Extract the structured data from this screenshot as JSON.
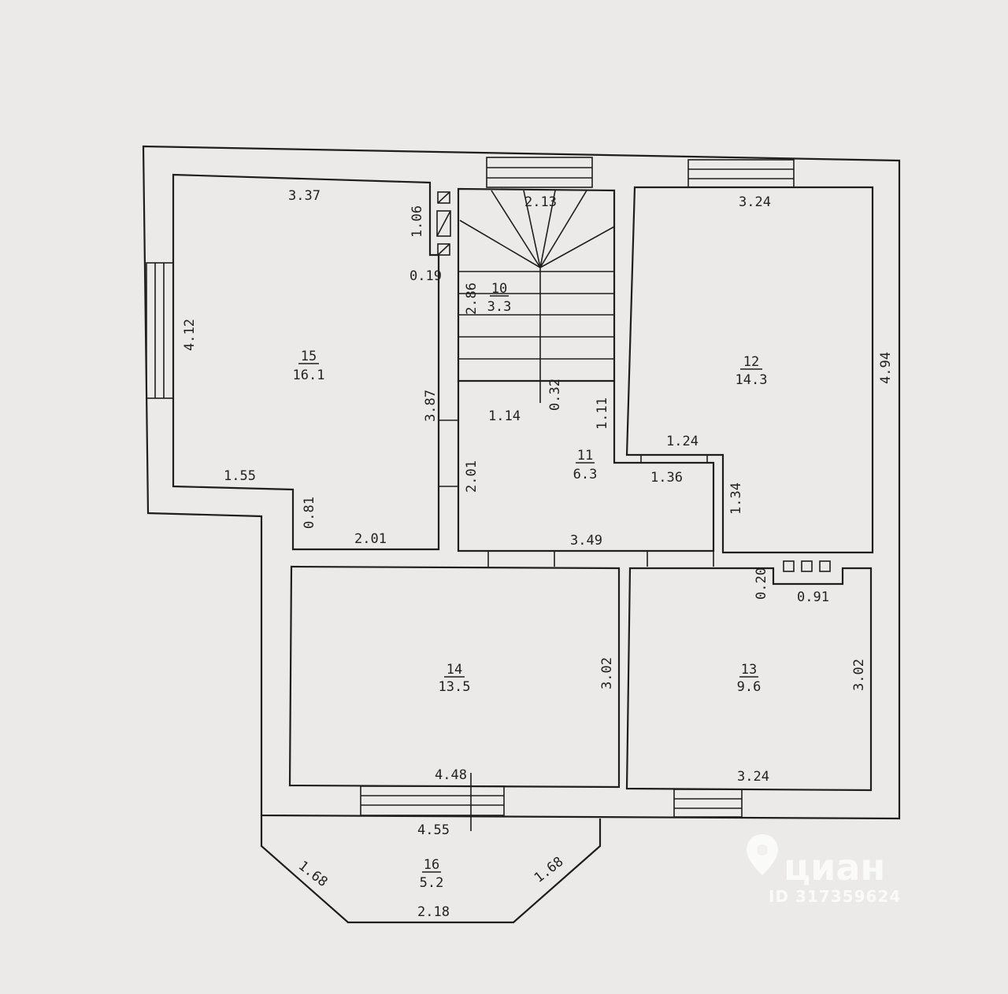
{
  "rooms": [
    {
      "id": "r15",
      "number": "15",
      "area": "16.1"
    },
    {
      "id": "r10",
      "number": "10",
      "area": "3.3"
    },
    {
      "id": "r12",
      "number": "12",
      "area": "14.3"
    },
    {
      "id": "r11",
      "number": "11",
      "area": "6.3"
    },
    {
      "id": "r14",
      "number": "14",
      "area": "13.5"
    },
    {
      "id": "r13",
      "number": "13",
      "area": "9.6"
    },
    {
      "id": "r16",
      "number": "16",
      "area": "5.2"
    }
  ],
  "dimensions": {
    "d_337": "3.37",
    "d_106": "1.06",
    "d_019": "0.19",
    "d_412": "4.12",
    "d_387": "3.87",
    "d_155": "1.55",
    "d_081": "0.81",
    "d_201a": "2.01",
    "d_213": "2.13",
    "d_286": "2.86",
    "d_114": "1.14",
    "d_032": "0.32",
    "d_111": "1.11",
    "d_201b": "2.01",
    "d_136": "1.36",
    "d_349": "3.49",
    "d_324a": "3.24",
    "d_494": "4.94",
    "d_124": "1.24",
    "d_134": "1.34",
    "d_020": "0.20",
    "d_091": "0.91",
    "d_302a": "3.02",
    "d_302b": "3.02",
    "d_448": "4.48",
    "d_324b": "3.24",
    "d_455": "4.55",
    "d_168a": "1.68",
    "d_168b": "1.68",
    "d_218": "2.18"
  },
  "watermark": {
    "brand": "циан",
    "listing_id": "ID 317359624",
    "icon": "location-pin-icon",
    "color": "#ffffff"
  }
}
